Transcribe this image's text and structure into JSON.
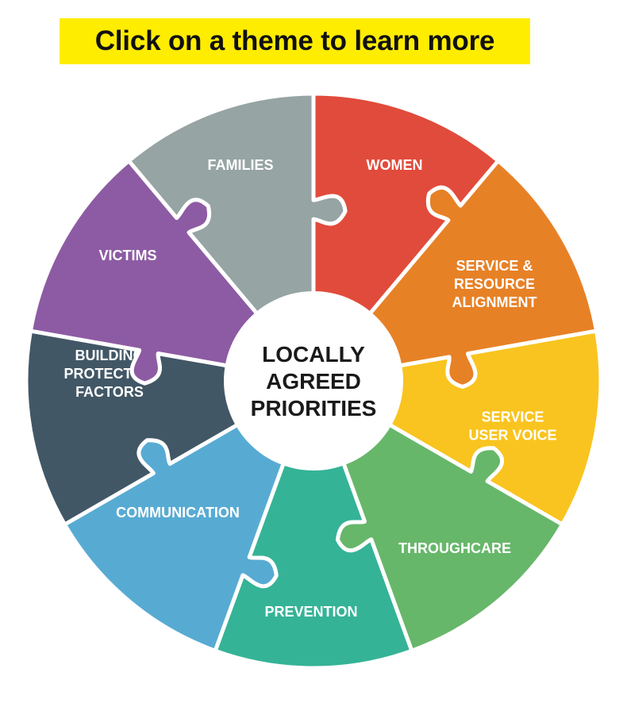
{
  "header": {
    "title": "Click on a theme to learn more"
  },
  "center": {
    "lines": [
      "LOCALLY",
      "AGREED",
      "PRIORITIES"
    ]
  },
  "themes": [
    {
      "id": "women",
      "label_lines": [
        "WOMEN"
      ],
      "color": "#e14b3b",
      "text_color": "#ffffff"
    },
    {
      "id": "service-resource-alignment",
      "label_lines": [
        "SERVICE &",
        "RESOURCE",
        "ALIGNMENT"
      ],
      "color": "#e78126",
      "text_color": "#ffffff"
    },
    {
      "id": "service-user-voice",
      "label_lines": [
        "SERVICE",
        "USER VOICE"
      ],
      "color": "#f9c41f",
      "text_color": "#1a1a1a"
    },
    {
      "id": "throughcare",
      "label_lines": [
        "THROUGHCARE"
      ],
      "color": "#67b76a",
      "text_color": "#ffffff"
    },
    {
      "id": "prevention",
      "label_lines": [
        "PREVENTION"
      ],
      "color": "#35b396",
      "text_color": "#ffffff"
    },
    {
      "id": "communication",
      "label_lines": [
        "COMMUNICATION"
      ],
      "color": "#57abd3",
      "text_color": "#ffffff"
    },
    {
      "id": "building-protective-factors",
      "label_lines": [
        "BUILDING",
        "PROTECTIVE",
        "FACTORS"
      ],
      "color": "#425766",
      "text_color": "#ffffff"
    },
    {
      "id": "victims",
      "label_lines": [
        "VICTIMS"
      ],
      "color": "#8d5ba3",
      "text_color": "#ffffff"
    },
    {
      "id": "families",
      "label_lines": [
        "FAMILIES"
      ],
      "color": "#96a4a3",
      "text_color": "#ffffff"
    }
  ]
}
